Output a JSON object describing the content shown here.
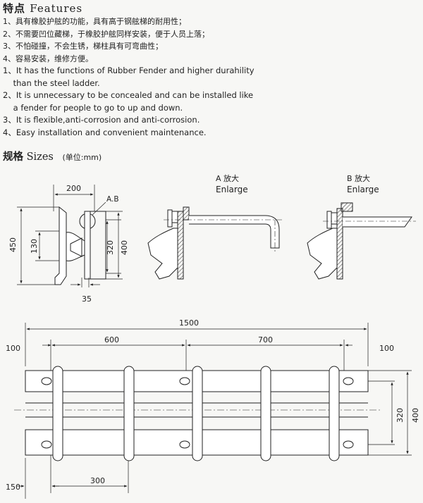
{
  "features": {
    "heading_cn": "特点",
    "heading_en": "Features",
    "lines_cn": [
      "1、具有橡胶护舷的功能，具有高于钢舷梯的耐用性；",
      "2、不需要凹位藏梯，于橡胶护舷同样安装，便于人员上落；",
      "3、不怕碰撞，不会生锈，梯柱具有可弯曲性；",
      "4、容易安装，维修方便。"
    ],
    "lines_en": [
      "1、It has the functions of Rubber Fender and higher durahility",
      "    than the steel ladder.",
      "2、It is unnecessary to be concealed and can be installed like",
      "    a fender for people to go to up and down.",
      "3、It is flexible,anti-corrosion and anti-corrosion.",
      "4、Easy installation and convenient maintenance."
    ]
  },
  "sizes": {
    "heading_cn": "规格",
    "heading_en": "Sizes",
    "unit": "(单位:mm)"
  },
  "side_view": {
    "dim_width": "200",
    "callout": "A.B",
    "dim_height_total": "450",
    "dim_130": "130",
    "dim_320": "320",
    "dim_400": "400",
    "dim_35": "35"
  },
  "detail_a": {
    "title_cn": "A 放大",
    "title_en": "Enlarge"
  },
  "detail_b": {
    "title_cn": "B 放大",
    "title_en": "Enlarge"
  },
  "front_view": {
    "dim_total": "1500",
    "dim_left_margin": "100",
    "dim_600": "600",
    "dim_700": "700",
    "dim_right_margin": "100",
    "dim_320": "320",
    "dim_400": "400",
    "dim_150": "150",
    "dim_300": "300"
  }
}
